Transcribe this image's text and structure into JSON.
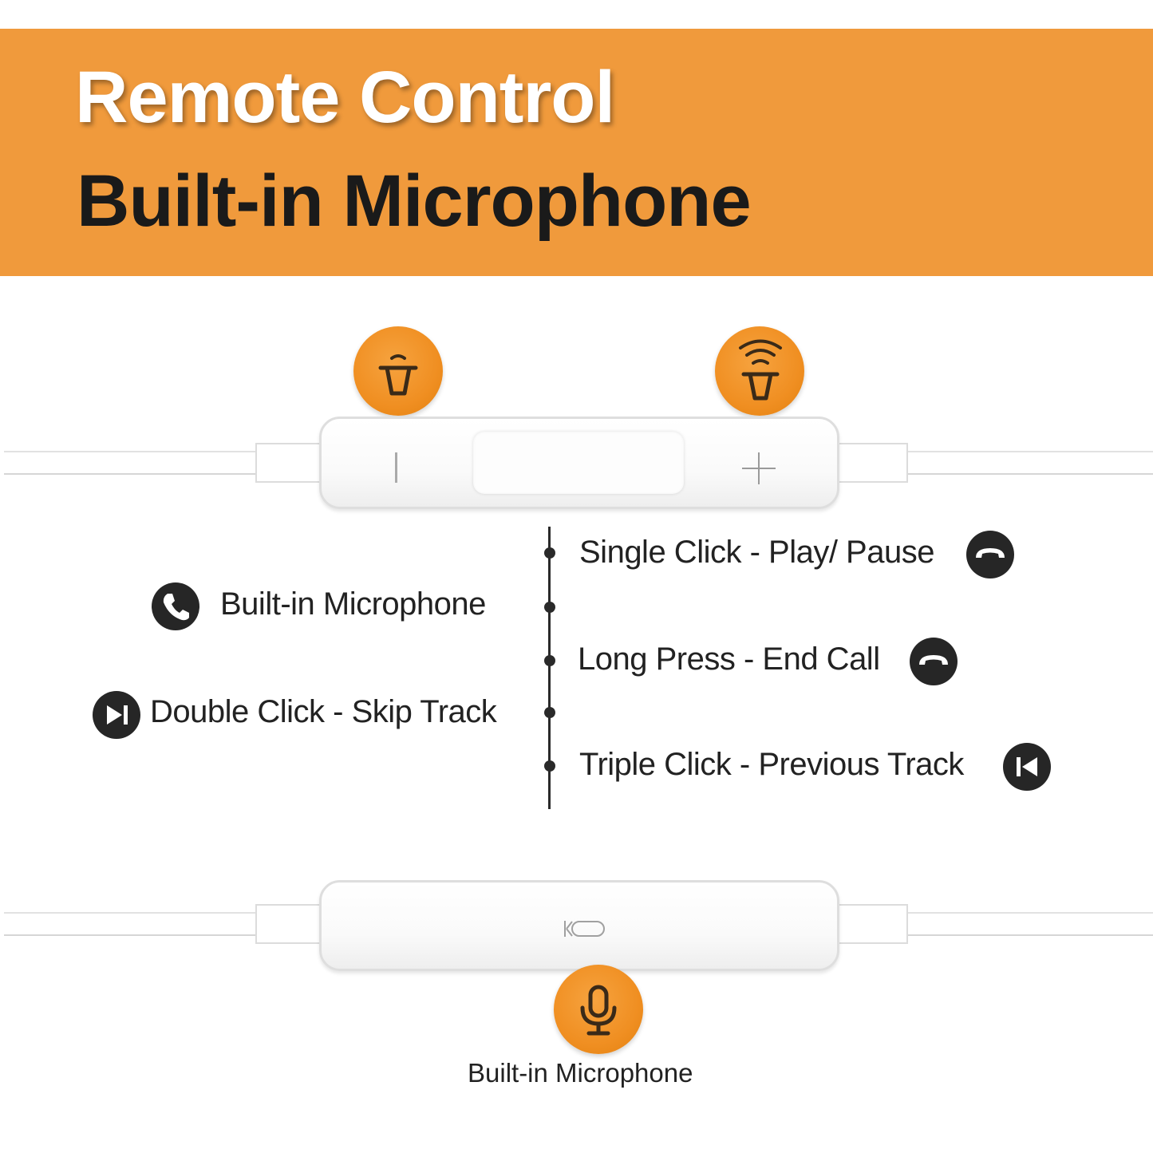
{
  "header": {
    "title_line1": "Remote Control",
    "title_line2": "Built-in Microphone",
    "background_color": "#f09a3c"
  },
  "remote_top": {
    "minus_icon": "volume-down-icon",
    "plus_icon": "volume-up-icon"
  },
  "functions": {
    "left": [
      {
        "label": "Built-in Microphone",
        "icon": "phone-icon"
      },
      {
        "label": "Double Click - Skip Track",
        "icon": "skip-next-icon"
      }
    ],
    "right": [
      {
        "label": "Single Click - Play/ Pause",
        "icon": "hang-up-icon"
      },
      {
        "label": "Long Press - End Call",
        "icon": "hang-up-icon"
      },
      {
        "label": "Triple Click - Previous Track",
        "icon": "skip-previous-icon"
      }
    ]
  },
  "remote_bottom": {
    "icon": "microphone-icon",
    "caption": "Built-in Microphone"
  },
  "colors": {
    "accent": "#f09a3c",
    "dark": "#262626"
  }
}
